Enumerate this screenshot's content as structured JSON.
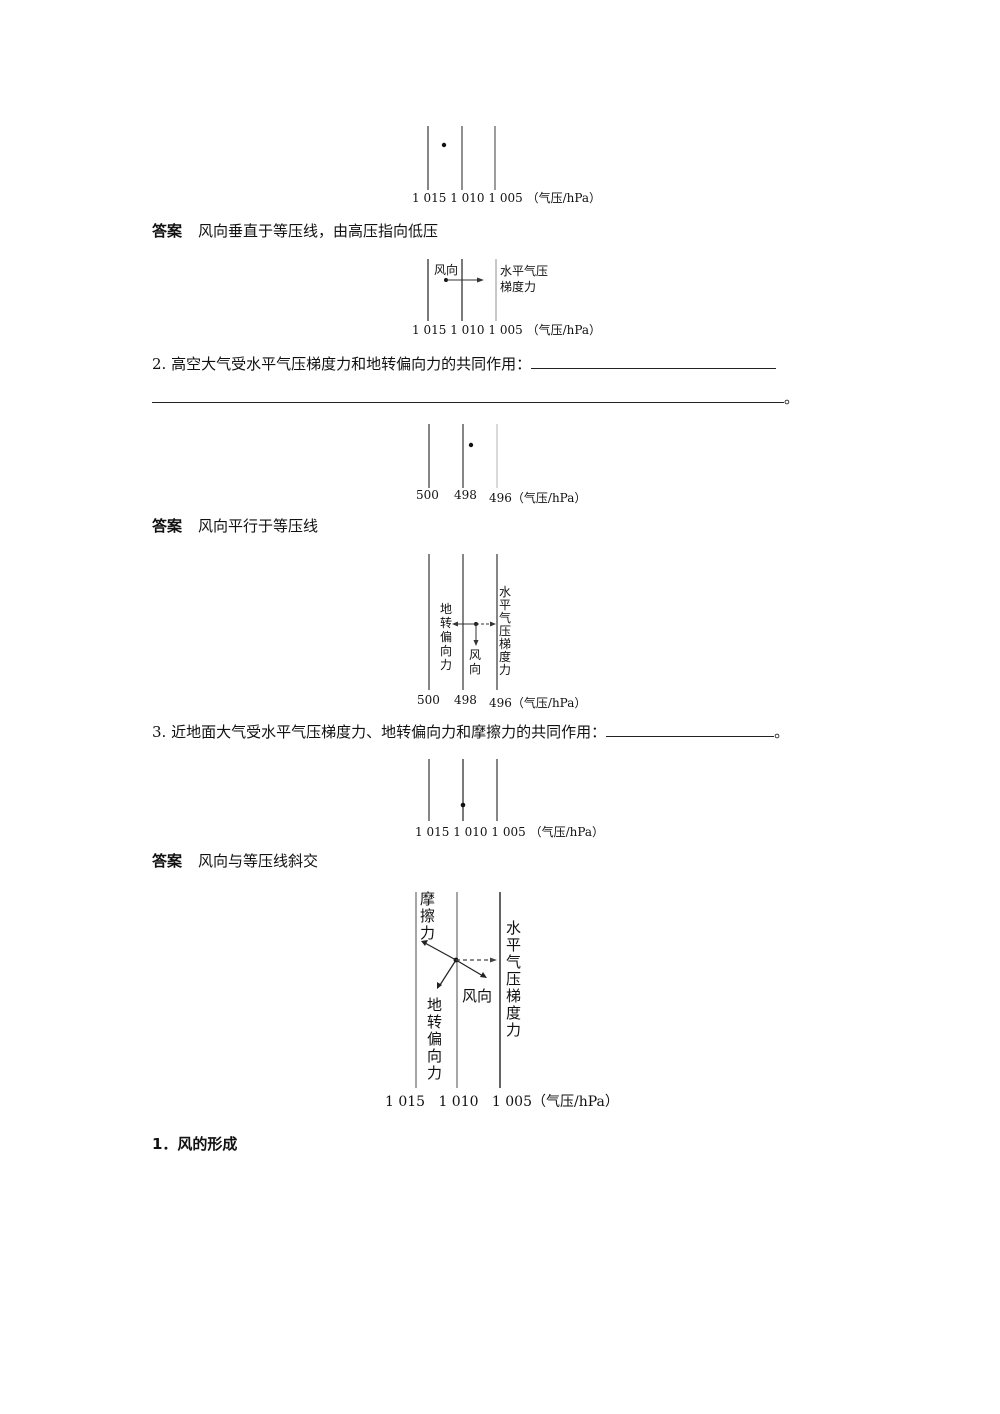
{
  "diagram1": {
    "labels": [
      "1 015",
      "1 010",
      "1 005"
    ],
    "unit": "（气压/hPa）"
  },
  "answer1": {
    "label": "答案",
    "text": "风向垂直于等压线，由高压指向低压"
  },
  "diagram2": {
    "labels": [
      "1 015",
      "1 010",
      "1 005"
    ],
    "unit": "（气压/hPa）",
    "wind_label": "风向",
    "force_label_line1": "水平气压",
    "force_label_line2": "梯度力"
  },
  "question2": {
    "text": "2. 高空大气受水平气压梯度力和地转偏向力的共同作用：",
    "end": "。"
  },
  "diagram3": {
    "labels": [
      "500",
      "498",
      "496"
    ],
    "unit": "（气压/hPa）"
  },
  "answer2": {
    "label": "答案",
    "text": "风向平行于等压线"
  },
  "diagram4": {
    "labels": [
      "500",
      "498",
      "496"
    ],
    "unit": "（气压/hPa）",
    "coriolis": [
      "地",
      "转",
      "偏",
      "向",
      "力"
    ],
    "wind": [
      "风",
      "向"
    ],
    "pgf": [
      "水",
      "平",
      "气",
      "压",
      "梯",
      "度",
      "力"
    ]
  },
  "question3": {
    "text": "3. 近地面大气受水平气压梯度力、地转偏向力和摩擦力的共同作用：",
    "end": "。"
  },
  "diagram5": {
    "labels": [
      "1 015",
      "1 010",
      "1 005"
    ],
    "unit": "（气压/hPa）"
  },
  "answer3": {
    "label": "答案",
    "text": "风向与等压线斜交"
  },
  "diagram6": {
    "labels": [
      "1 015",
      "1 010",
      "1 005"
    ],
    "unit": "（气压/hPa）",
    "friction": [
      "摩",
      "擦",
      "力"
    ],
    "coriolis": [
      "地",
      "转",
      "偏",
      "向",
      "力"
    ],
    "wind": "风向",
    "pgf": [
      "水",
      "平",
      "气",
      "压",
      "梯",
      "度",
      "力"
    ]
  },
  "section": {
    "heading": "1．风的形成"
  }
}
